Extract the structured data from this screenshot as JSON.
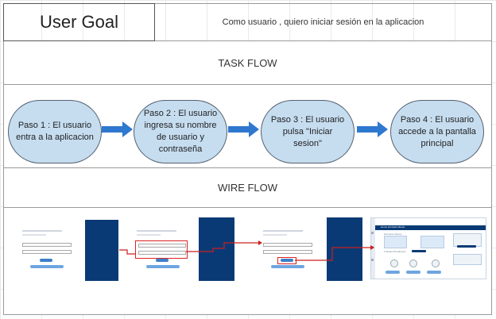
{
  "header": {
    "goal_label": "User Goal",
    "goal_text": "Como usuario , quiero iniciar sesión  en la aplicacion"
  },
  "sections": {
    "task_flow": "TASK FLOW",
    "wire_flow": "WIRE FLOW"
  },
  "steps": [
    {
      "label": "Paso 1 : El usuario entra a la aplicacion"
    },
    {
      "label": "Paso 2 : El usuario ingresa su nombre de usuario y contraseña"
    },
    {
      "label": "Paso 3 : El usuario pulsa \"Iniciar sesion\""
    },
    {
      "label": "Paso 4 : El usuario accede a la pantalla principal"
    }
  ],
  "colors": {
    "step_fill": "#c6ddf0",
    "arrow": "#2f78d0",
    "navy": "#0a3a75",
    "wire_link": "#cc1f1f"
  },
  "wireframes": {
    "dashboard": {
      "header_title": "Home principal Cliente",
      "section_1": "Servicios Activos",
      "section_2": "Tramites Pendientes"
    }
  }
}
